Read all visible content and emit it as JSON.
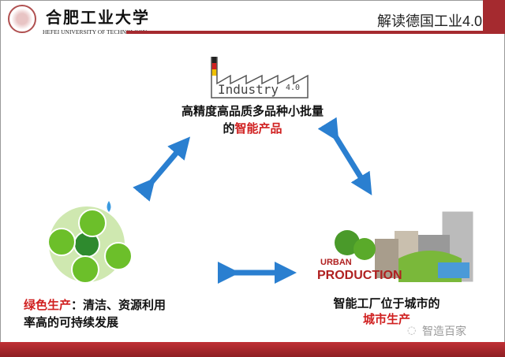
{
  "header": {
    "university_cn": "合肥工业大学",
    "university_en": "HEFEI UNIVERSITY OF TECHNOLOGY",
    "slide_title": "解读德国工业4.0"
  },
  "top": {
    "logo_text": "Industry",
    "logo_version": "4.0",
    "line1": "高精度高品质多品种小批量",
    "line2_prefix": "的",
    "line2_highlight": "智能产品"
  },
  "left": {
    "line1_highlight": "绿色生产",
    "line1_rest": "：清洁、资源利用",
    "line2": "率高的可持续发展"
  },
  "right": {
    "logo_top": "URBAN",
    "logo_bottom": "PRODUCTION",
    "line1": "智能工厂位于城市的",
    "line2_highlight": "城市生产"
  },
  "watermark": "智造百家",
  "colors": {
    "accent_red": "#a52a2f",
    "highlight_red": "#d02020",
    "arrow_blue": "#2a7fd0",
    "green": "#5aaa2a"
  }
}
